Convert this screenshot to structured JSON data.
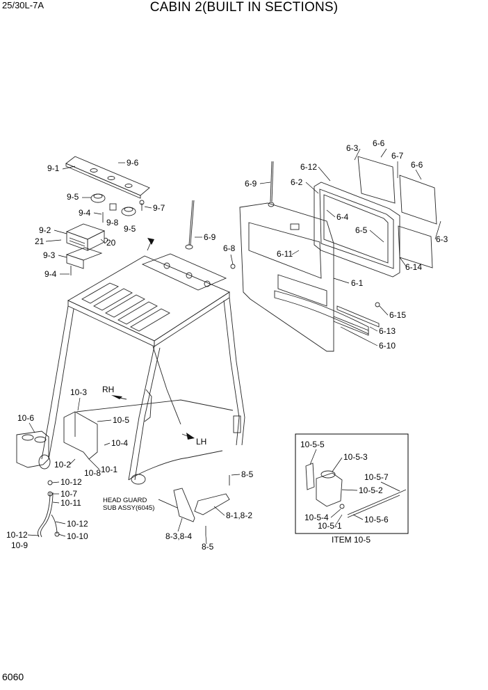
{
  "header": {
    "model": "25/30L-7A",
    "title": "CABIN 2(BUILT IN SECTIONS)"
  },
  "footer": {
    "page_number": "6060"
  },
  "diagram": {
    "direction_labels": {
      "rh": "RH",
      "lh": "LH"
    },
    "head_guard_note": {
      "line1": "HEAD GUARD",
      "line2": "SUB ASSY(6045)"
    },
    "inset_caption": "ITEM 10-5",
    "callouts": [
      "9-6",
      "9-1",
      "9-5",
      "9-8",
      "9-7",
      "9-4",
      "9-5",
      "9-2",
      "21",
      "20",
      "9-3",
      "9-4",
      "6-9",
      "6-3",
      "6-6",
      "6-7",
      "6-6",
      "6-12",
      "6-2",
      "6-4",
      "6-5",
      "6-3",
      "6-14",
      "6-9",
      "6-8",
      "6-11",
      "6-1",
      "6-15",
      "6-13",
      "6-10",
      "10-3",
      "10-6",
      "10-5",
      "10-4",
      "10-2",
      "10-1",
      "10-8",
      "10-12",
      "10-7",
      "10-11",
      "10-12",
      "10-12",
      "10-10",
      "10-9",
      "8-5",
      "8-1,8-2",
      "8-3,8-4",
      "8-5",
      "10-5-5",
      "10-5-3",
      "10-5-7",
      "10-5-2",
      "10-5-4",
      "10-5-1",
      "10-5-6"
    ]
  }
}
